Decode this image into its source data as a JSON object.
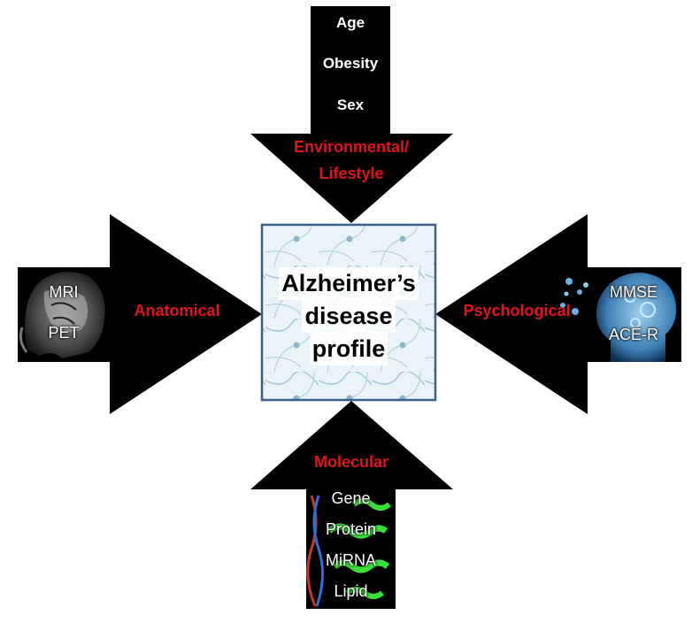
{
  "center": {
    "line1": "Alzheimer’s",
    "line2": "disease",
    "line3": "profile"
  },
  "top": {
    "title_line1": "Environmental/",
    "title_line2": "Lifestyle",
    "items": [
      "Age",
      "Obesity",
      "Sex"
    ]
  },
  "left": {
    "title": "Anatomical",
    "items": [
      "MRI",
      "PET"
    ]
  },
  "right": {
    "title": "Psychological",
    "items": [
      "MMSE",
      "ACE-R"
    ]
  },
  "bottom": {
    "title": "Molecular",
    "items": [
      "Gene",
      "Protein",
      "MiRNA",
      "Lipid"
    ]
  },
  "colors": {
    "arrow": "#000000",
    "category_title": "#e0141c",
    "item_text": "#ffffff",
    "center_border": "#3a5f8c"
  }
}
